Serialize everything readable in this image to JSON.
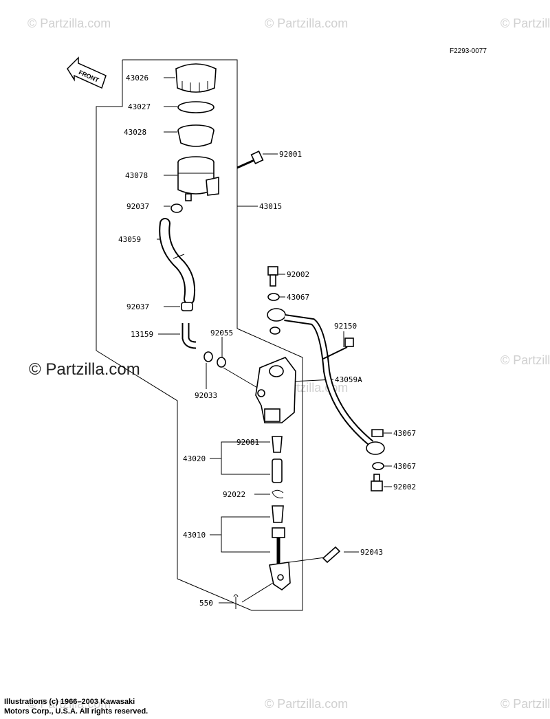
{
  "drawing_code": "F2293-0077",
  "front_label": "FRONT",
  "watermark": "© Partzilla.com",
  "watermark_large": "© Partzilla.com",
  "copyright_line1": "Illustrations (c) 1966–2003 Kawasaki",
  "copyright_line2": "Motors Corp., U.S.A.  All rights reserved.",
  "parts": {
    "p43026": "43026",
    "p43027": "43027",
    "p43028": "43028",
    "p92001": "92001",
    "p43078": "43078",
    "p92037a": "92037",
    "p43015": "43015",
    "p43059": "43059",
    "p92002a": "92002",
    "p43067a": "43067",
    "p92037b": "92037",
    "p92150": "92150",
    "p13159": "13159",
    "p92055": "92055",
    "p43059a": "43059A",
    "p92033": "92033",
    "p43067b": "43067",
    "p92081": "92081",
    "p43020": "43020",
    "p43067c": "43067",
    "p92002b": "92002",
    "p92022": "92022",
    "p43010": "43010",
    "p92043": "92043",
    "p550": "550"
  }
}
